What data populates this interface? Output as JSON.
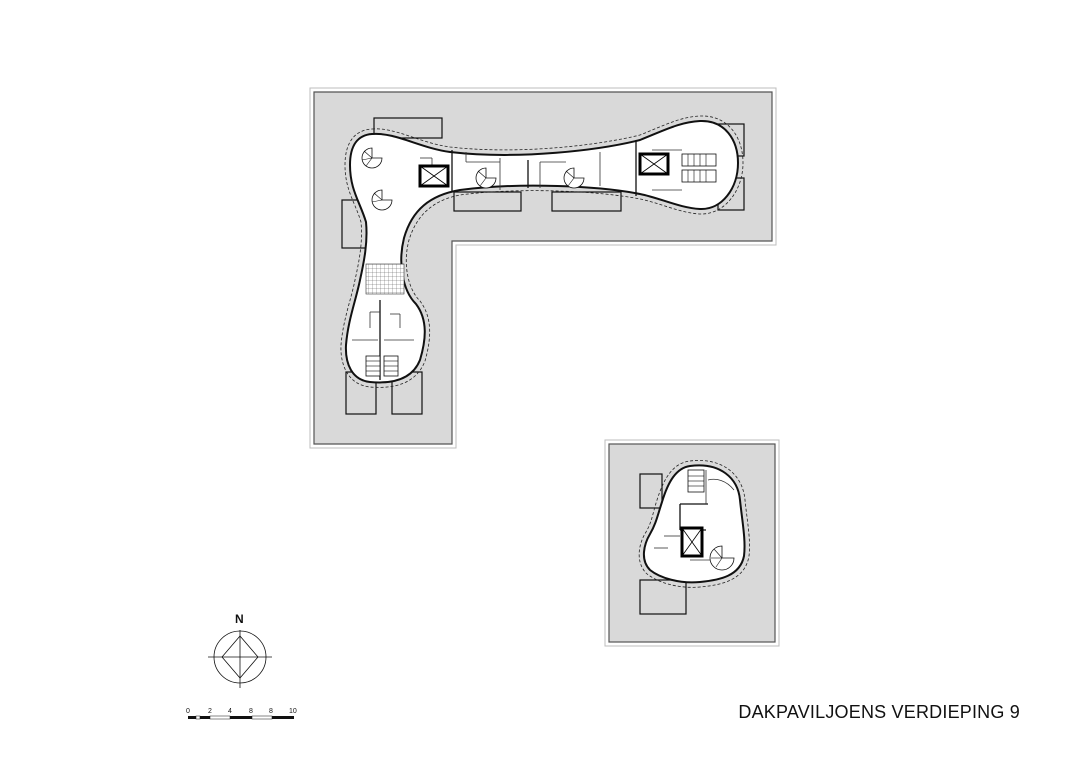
{
  "title": "DAKPAVILJOENS VERDIEPING 9",
  "compass": {
    "label": "N"
  },
  "scale_bar": {
    "ticks": [
      "0",
      "2",
      "4",
      "8",
      "8",
      "10"
    ]
  },
  "colors": {
    "roof": "#d9d9d9",
    "lines": "#111111",
    "background": "#ffffff"
  }
}
